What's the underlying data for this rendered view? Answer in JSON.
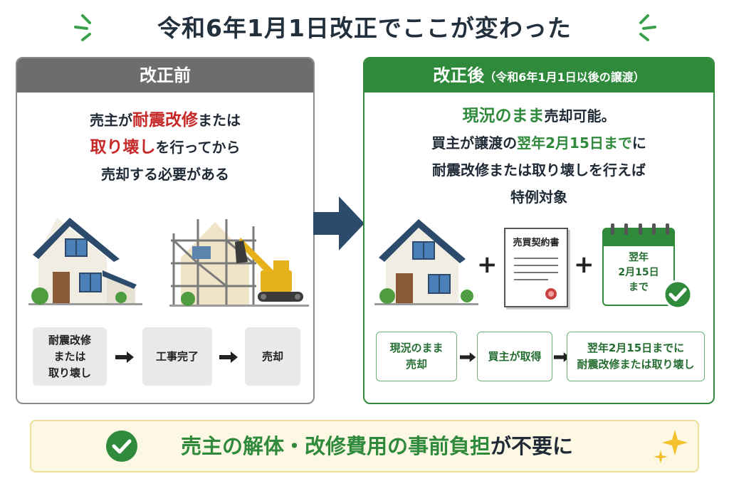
{
  "title": "令和6年1月1日改正でここが変わった",
  "before": {
    "header": "改正前",
    "lead_line1_a": "売主が",
    "lead_line1_b": "耐震改修",
    "lead_line1_c": "または",
    "lead_line2_a": "取り壊し",
    "lead_line2_b": "を行ってから",
    "lead_line3": "売却する必要がある",
    "flow": [
      "耐震改修\nまたは\n取り壊し",
      "工事完了",
      "売却"
    ]
  },
  "after": {
    "header": "改正後",
    "header_sub": "（令和6年1月1日以後の譲渡）",
    "lead_line1_a": "現況のまま",
    "lead_line1_b": "売却可能。",
    "lead_line2_a": "買主が譲渡の",
    "lead_line2_b": "翌年2月15日まで",
    "lead_line2_c": "に",
    "lead_line3": "耐震改修または取り壊しを行えば",
    "lead_line4": "特例対象",
    "document_title": "売買契約書",
    "calendar_text_1": "翌年",
    "calendar_text_2": "2月15日",
    "calendar_text_3": "まで",
    "plus": "+",
    "flow": [
      "現況のまま\n売却",
      "買主が取得",
      "翌年2月15日までに\n耐震改修または取り壊し"
    ]
  },
  "banner": {
    "text_green": "売主の解体・改修費用の事前負担",
    "text_dark": "が不要に"
  },
  "colors": {
    "accent_green": "#2f8a3c",
    "accent_red": "#c62828",
    "navy": "#2c4a6b",
    "gray_header": "#6d6d6d"
  },
  "icons": [
    "house-icon",
    "demolition-icon",
    "contract-document-icon",
    "calendar-icon",
    "check-icon",
    "sparkle-icon",
    "arrow-right-icon"
  ]
}
